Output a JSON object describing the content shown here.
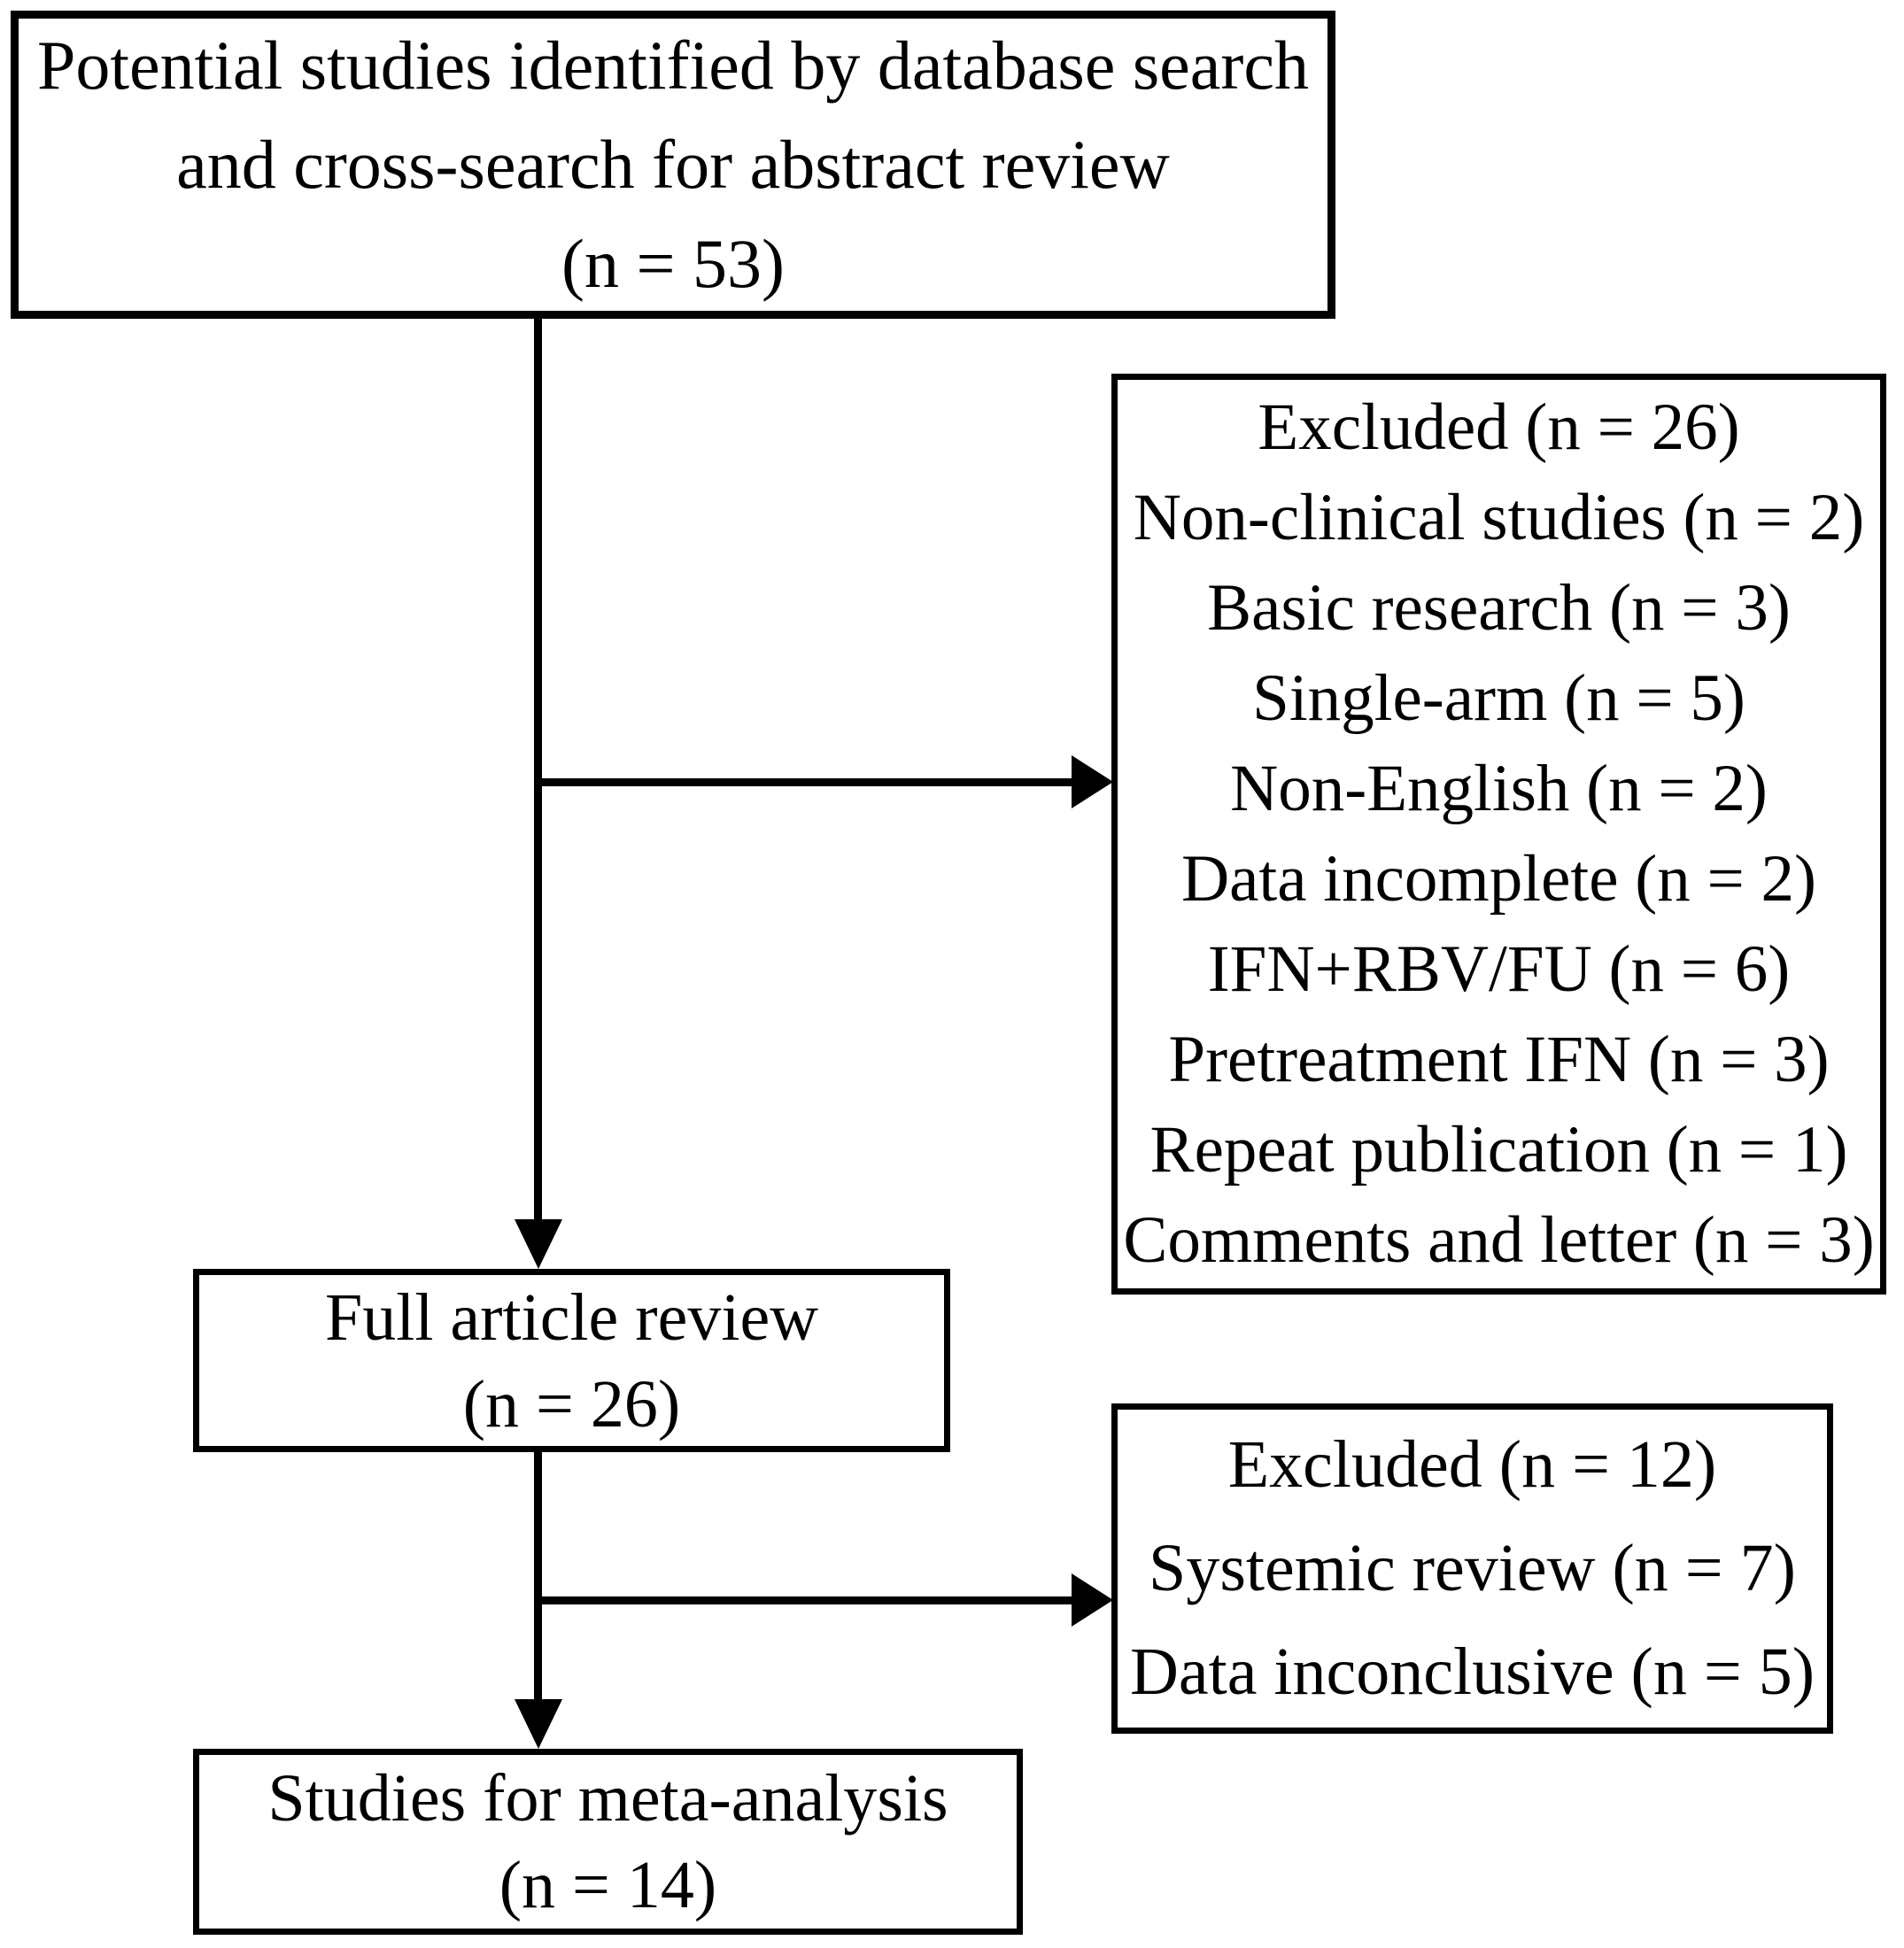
{
  "figure": {
    "type": "flowchart",
    "background_color": "#ffffff",
    "stroke_color": "#000000",
    "text_color": "#000000",
    "nodes": {
      "identified": {
        "lines": [
          "Potential studies identified by database search",
          "and cross-search for abstract review",
          "(n = 53)"
        ]
      },
      "excluded_abstract": {
        "lines": [
          "Excluded (n = 26)",
          "Non-clinical studies (n = 2)",
          "Basic research (n = 3)",
          "Single-arm (n = 5)",
          "Non-English (n = 2)",
          "Data incomplete (n = 2)",
          "IFN+RBV/FU (n = 6)",
          "Pretreatment IFN (n = 3)",
          "Repeat publication (n = 1)",
          "Comments and letter (n = 3)"
        ]
      },
      "full_review": {
        "lines": [
          "Full article review",
          "(n = 26)"
        ]
      },
      "excluded_full": {
        "lines": [
          "Excluded (n = 12)",
          "Systemic review (n = 7)",
          "Data inconclusive (n = 5)"
        ]
      },
      "meta_analysis": {
        "lines": [
          "Studies for meta-analysis",
          "(n = 14)"
        ]
      }
    },
    "edges": [
      {
        "from": "identified",
        "to": "full_review",
        "style": "arrow-down"
      },
      {
        "from": "identified",
        "to": "excluded_abstract",
        "style": "arrow-right"
      },
      {
        "from": "full_review",
        "to": "meta_analysis",
        "style": "arrow-down"
      },
      {
        "from": "full_review",
        "to": "excluded_full",
        "style": "arrow-right"
      }
    ]
  }
}
